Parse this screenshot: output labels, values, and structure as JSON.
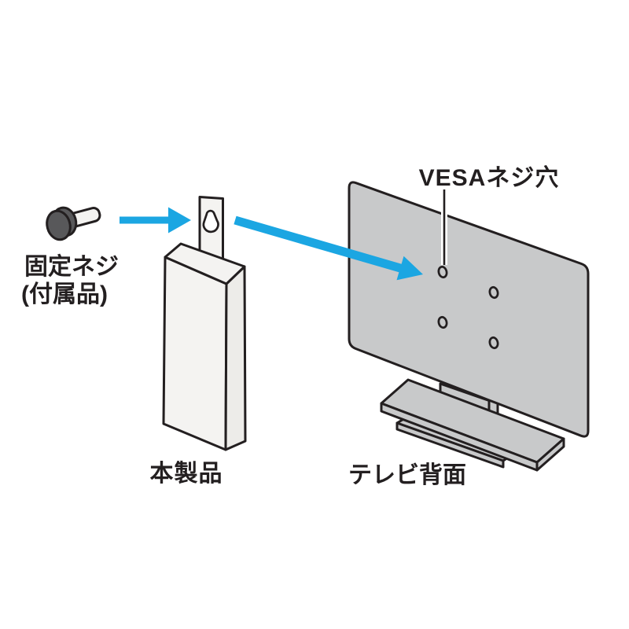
{
  "diagram": {
    "title_meaning": "mounting-instruction-diagram",
    "background": "#ffffff",
    "labels": {
      "screw_line1": "固定ネジ",
      "screw_line2": "(付属品)",
      "product": "本製品",
      "tv_back": "テレビ背面",
      "vesa_hole": "VESAネジ穴"
    },
    "colors": {
      "outline": "#231f20",
      "arrow_blue": "#1ba6e2",
      "tv_gray": "#c8c9ca",
      "box_white": "#f4f3f1",
      "box_side": "#edece9",
      "screw_head_gray": "#58585a",
      "white": "#ffffff"
    }
  }
}
